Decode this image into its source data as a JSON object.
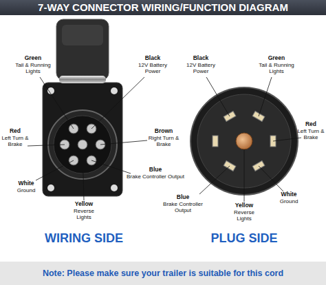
{
  "diagram": {
    "title": "7-WAY CONNECTOR WIRING/FUNCTION DIAGRAM",
    "caption": "Note: Please make sure your trailer is suitable for this cord",
    "labels": [
      "Green",
      "Tail & Running Lights",
      "Black",
      "12V Battery Power",
      "Red",
      "Left Turn & Brake",
      "Brown",
      "Right Turn & Brake",
      "White",
      "Ground",
      "Blue",
      "Brake Controller Output",
      "Yellow",
      "Reverse Lights",
      "WIRING SIDE",
      "Black",
      "12V Battery Power",
      "Green",
      "Tail & Running Lights",
      "Red",
      "Left Turn & Brake",
      "White",
      "Ground",
      "Blue",
      "Brake Controller Output",
      "Yellow",
      "Reverse Lights",
      "PLUG SIDE"
    ]
  }
}
